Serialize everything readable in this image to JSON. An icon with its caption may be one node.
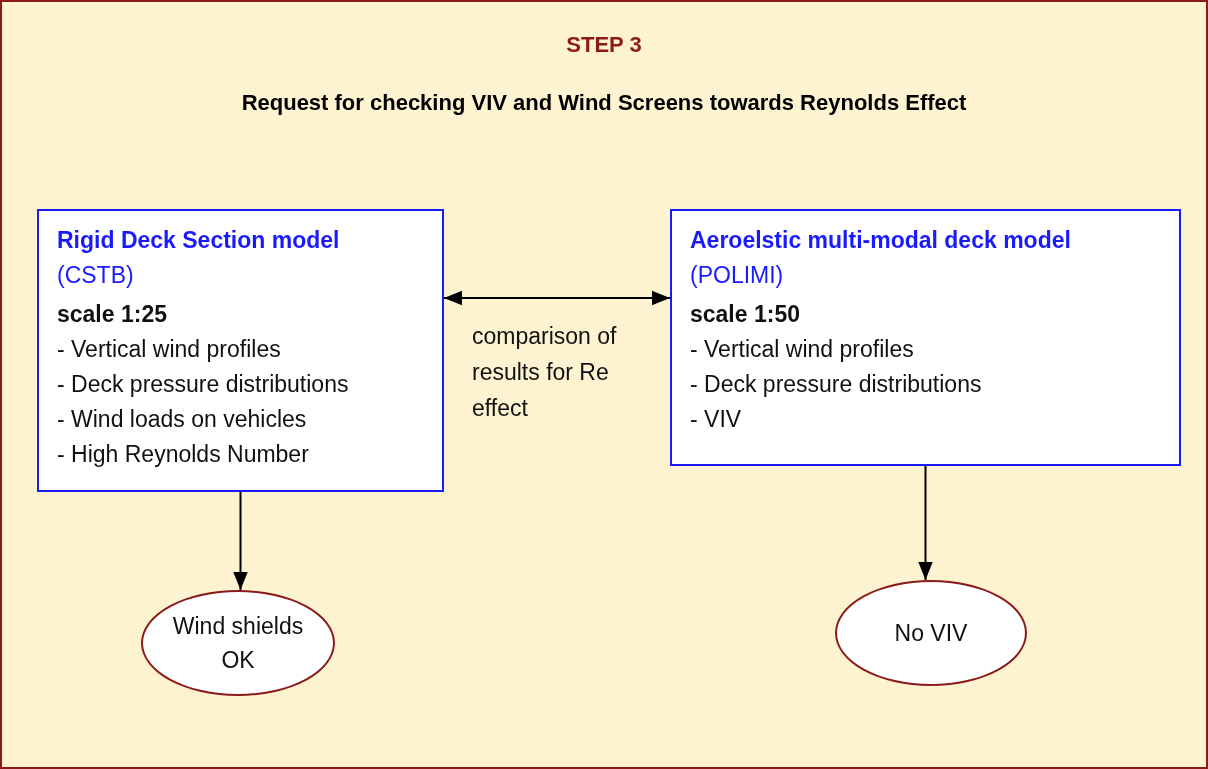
{
  "diagram": {
    "nodes": [
      {
        "text": [
          "STEP 3",
          "Request for checking VIV and Wind Screens towards Reynolds Effect"
        ]
      },
      {
        "text": [
          "Rigid Deck Section model",
          "(CSTB)",
          "scale 1:25",
          "- Vertical wind profiles",
          "- Deck pressure distributions",
          "- Wind loads on vehicles",
          "- High Reynolds Number"
        ],
        "in": 0
      },
      {
        "text": [
          "Aeroelstic multi-modal deck model",
          "(POLIMI)",
          "scale 1:50",
          "- Vertical wind profiles",
          "- Deck pressure distributions",
          "- VIV"
        ],
        "in": 0
      },
      {
        "text": [
          "Wind shields OK"
        ],
        "in": 0
      },
      {
        "text": [
          "No VIV"
        ],
        "in": 0
      }
    ],
    "edges": [
      {
        "from": 1,
        "to": 2,
        "arrow": "both",
        "label": "comparison of results for Re effect"
      },
      {
        "from": 1,
        "to": 3,
        "arrow": "to"
      },
      {
        "from": 2,
        "to": 4,
        "arrow": "to"
      }
    ]
  }
}
